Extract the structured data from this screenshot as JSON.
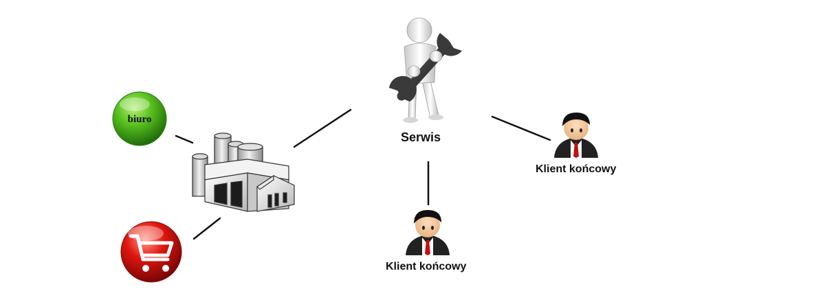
{
  "nodes": {
    "biuro": {
      "label": "biuro",
      "color": "#3aa61a"
    },
    "shop": {
      "icon": "shopping-cart-icon",
      "color": "#d8120f"
    },
    "factory": {
      "icon": "factory-icon"
    },
    "serwis": {
      "label": "Serwis",
      "icon": "figure-with-wrench-icon"
    },
    "klient_right": {
      "label": "Klient końcowy",
      "icon": "businessman-avatar-icon"
    },
    "klient_bottom": {
      "label": "Klient końcowy",
      "icon": "businessman-avatar-icon"
    }
  }
}
